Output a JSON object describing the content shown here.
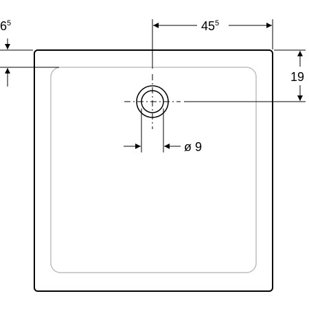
{
  "drawing": {
    "kind": "shower tray technical drawing (top view)",
    "dimensions": {
      "left_offset": {
        "main": "6",
        "superscript": "5"
      },
      "top_width": {
        "main": "45",
        "superscript": "5"
      },
      "right_offset": {
        "main": "19"
      },
      "drain_diameter": {
        "main": "ø 9"
      }
    }
  }
}
